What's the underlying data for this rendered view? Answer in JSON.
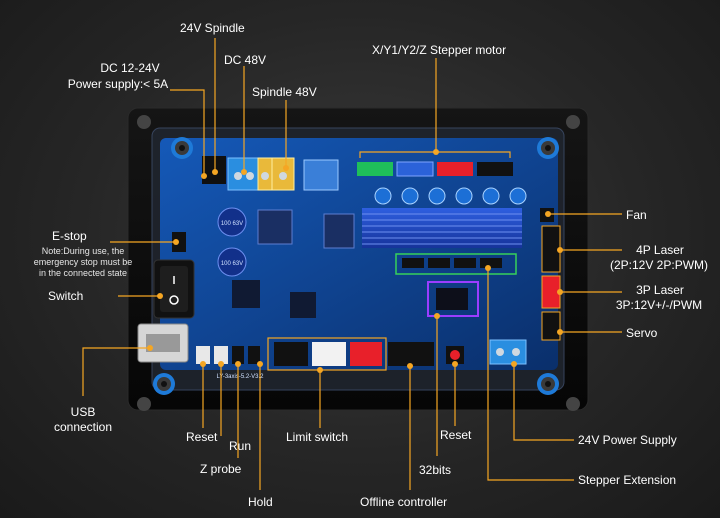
{
  "labels": {
    "spindle24": "24V Spindle",
    "dc_supply_line1": "DC 12-24V",
    "dc_supply_line2": "Power supply:< 5A",
    "dc48": "DC 48V",
    "spindle48": "Spindle 48V",
    "stepper": "X/Y1/Y2/Z Stepper motor",
    "estop": "E-stop",
    "estop_note_1": "Note:During use, the",
    "estop_note_2": "emergency stop must be",
    "estop_note_3": "in the connected state",
    "switch": "Switch",
    "usb_line1": "USB",
    "usb_line2": "connection",
    "fan": "Fan",
    "laser4p_line1": "4P Laser",
    "laser4p_line2": "(2P:12V 2P:PWM)",
    "laser3p_line1": "3P Laser",
    "laser3p_line2": "3P:12V+/-/PWM",
    "servo": "Servo",
    "reset_left": "Reset",
    "run": "Run",
    "zprobe": "Z probe",
    "hold": "Hold",
    "limit_switch": "Limit switch",
    "offline_controller": "Offline controller",
    "bits32": "32bits",
    "reset_right": "Reset",
    "power24": "24V Power Supply",
    "stepper_ext": "Stepper Extension"
  },
  "board": {
    "silkscreen_model": "LY-3axis-5.2-V3.2",
    "capacitor_text": "100 63V"
  },
  "colors": {
    "accent": "#f5a623",
    "board_blue": "#0e3f8a",
    "case_black": "#0c0c0c",
    "terminal_blue": "#2a8ee0",
    "header_red": "#e8202a",
    "header_green": "#1fbf5a",
    "header_blue": "#2b62d9"
  }
}
